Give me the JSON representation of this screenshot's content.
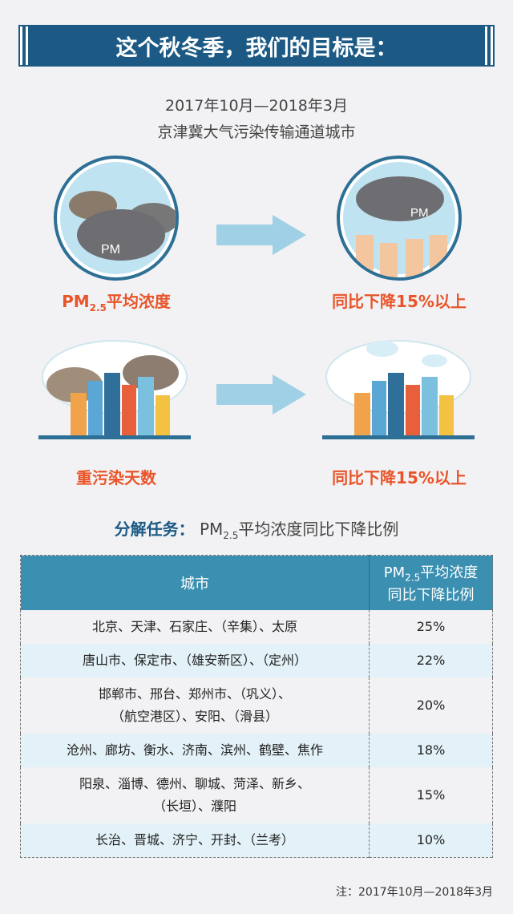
{
  "banner": {
    "title": "这个秋冬季，我们的目标是："
  },
  "period": "2017年10月—2018年3月",
  "scope": "京津冀大气污染传输通道城市",
  "pm_prefix": "PM",
  "pm_sub": "2.5",
  "goals": [
    {
      "metric": "平均浓度",
      "target": "同比下降15%以上"
    },
    {
      "metric": "重污染天数",
      "target": "同比下降15%以上"
    }
  ],
  "section": {
    "label": "分解任务：",
    "title": "平均浓度同比下降比例"
  },
  "table": {
    "headers": [
      "城市",
      "平均浓度",
      "同比下降比例"
    ],
    "rows": [
      {
        "cities": "北京、天津、石家庄、（辛集）、太原",
        "rate": "25%"
      },
      {
        "cities": "唐山市、保定市、（雄安新区）、（定州）",
        "rate": "22%"
      },
      {
        "cities": "邯郸市、邢台、郑州市、（巩义）、\n（航空港区）、安阳、（滑县）",
        "rate": "20%"
      },
      {
        "cities": "沧州、廊坊、衡水、济南、滨州、鹤壁、焦作",
        "rate": "18%"
      },
      {
        "cities": "阳泉、淄博、德州、聊城、菏泽、新乡、\n（长垣）、濮阳",
        "rate": "15%"
      },
      {
        "cities": "长治、晋城、济宁、开封、（兰考）",
        "rate": "10%"
      }
    ]
  },
  "note": "注：2017年10月—2018年3月",
  "colors": {
    "navy": "#1c5a85",
    "teal": "#3b8fb0",
    "orange": "#e8552a"
  }
}
